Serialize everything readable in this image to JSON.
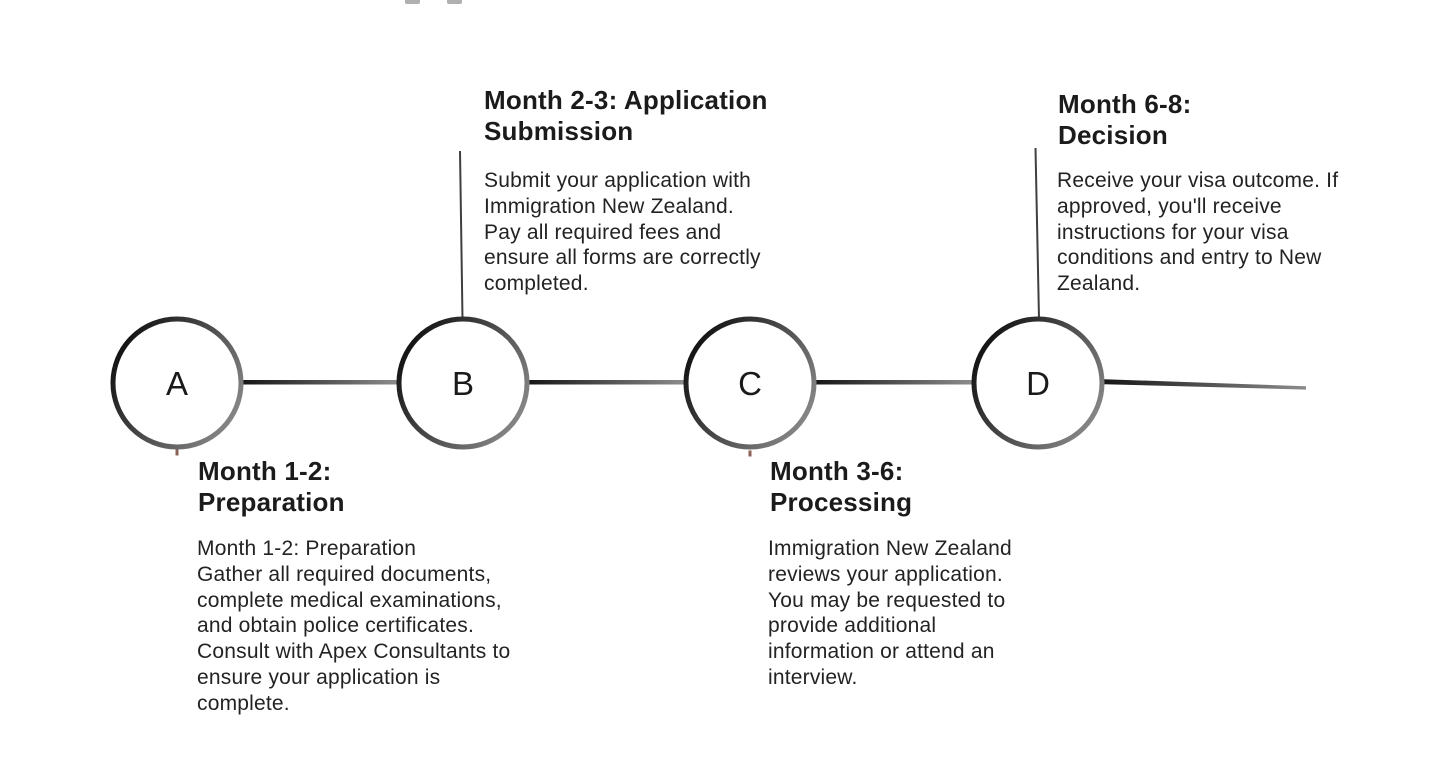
{
  "diagram": {
    "title_hint": "Visa application process timeline",
    "colors": {
      "background": "#ffffff",
      "heading_text": "#1b1b1b",
      "body_text": "#232323",
      "stroke_dark": "#0d0d0d",
      "stroke_light": "#8c8c8c",
      "connector_vertical": "#3f3f3f",
      "stub": "#8b6158"
    }
  },
  "timeline": {
    "nodes": [
      {
        "label": "A"
      },
      {
        "label": "B"
      },
      {
        "label": "C"
      },
      {
        "label": "D"
      }
    ],
    "stages": [
      {
        "id": "preparation",
        "position": "below-node-a",
        "title": "Month 1-2:\nPreparation",
        "body": "Month 1-2: Preparation\nGather all required documents,\ncomplete medical examinations,\nand obtain police certificates.\nConsult with Apex Consultants to\nensure your application is\ncomplete."
      },
      {
        "id": "application-submission",
        "position": "above-node-b",
        "title": "Month 2-3: Application\nSubmission",
        "body": "Submit your application with\nImmigration New Zealand.\nPay all required fees and\nensure all forms are correctly\ncompleted."
      },
      {
        "id": "processing",
        "position": "below-node-c",
        "title": "Month 3-6:\nProcessing",
        "body": "Immigration New Zealand\nreviews your application.\nYou may be requested to\nprovide additional\ninformation or attend an\ninterview."
      },
      {
        "id": "decision",
        "position": "above-node-d",
        "title": "Month 6-8:\nDecision",
        "body": "Receive your visa outcome. If\napproved, you'll receive\ninstructions for your visa\nconditions and entry to New\nZealand."
      }
    ]
  }
}
